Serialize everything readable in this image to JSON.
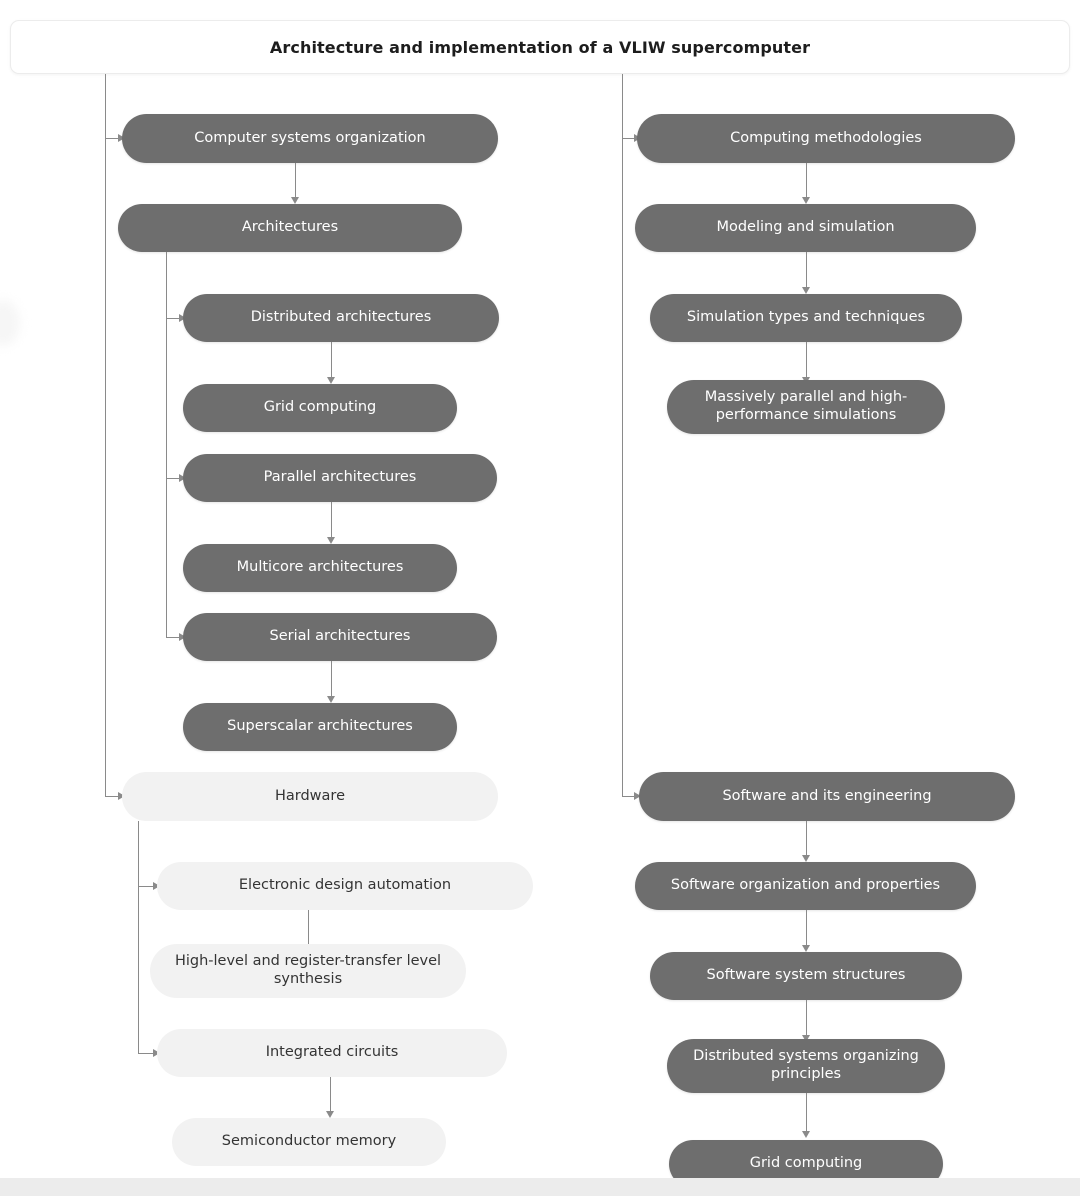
{
  "diagram": {
    "type": "tree",
    "title": "Architecture and implementation of a VLIW supercomputer",
    "colors": {
      "page_background": "#ffffff",
      "node_dark_fill": "#6e6e6e",
      "node_dark_text": "#ffffff",
      "node_light_fill": "#f2f2f2",
      "node_light_text": "#343434",
      "connector": "#8a8a8a",
      "title_text": "#1d1d1d"
    },
    "columns": [
      {
        "name": "left-column",
        "roots": [
          "Computer systems organization",
          "Hardware"
        ]
      },
      {
        "name": "right-column",
        "roots": [
          "Computing methodologies",
          "Software and its engineering"
        ]
      }
    ],
    "nodes": {
      "n_title": "Architecture and implementation of a VLIW supercomputer",
      "n_cso": "Computer systems organization",
      "n_arch": "Architectures",
      "n_dist_arch": "Distributed architectures",
      "n_grid_left": "Grid computing",
      "n_par_arch": "Parallel architectures",
      "n_multi_arch": "Multicore architectures",
      "n_serial_arch": "Serial architectures",
      "n_super_arch": "Superscalar architectures",
      "n_hardware": "Hardware",
      "n_eda": "Electronic design automation",
      "n_synth": "High-level and register-transfer level synthesis",
      "n_ic": "Integrated circuits",
      "n_semimem": "Semiconductor memory",
      "n_cm": "Computing methodologies",
      "n_modsim": "Modeling and simulation",
      "n_simtypes": "Simulation types and techniques",
      "n_massive": "Massively parallel and high-performance simulations",
      "n_swe": "Software and its engineering",
      "n_sworg": "Software organization and properties",
      "n_swstruct": "Software system structures",
      "n_dsop": "Distributed systems organizing principles",
      "n_grid_right": "Grid computing"
    },
    "edges": [
      {
        "from": "n_title",
        "to": "n_cso"
      },
      {
        "from": "n_title",
        "to": "n_hardware"
      },
      {
        "from": "n_title",
        "to": "n_cm"
      },
      {
        "from": "n_title",
        "to": "n_swe"
      },
      {
        "from": "n_cso",
        "to": "n_arch"
      },
      {
        "from": "n_arch",
        "to": "n_dist_arch"
      },
      {
        "from": "n_dist_arch",
        "to": "n_grid_left"
      },
      {
        "from": "n_arch",
        "to": "n_par_arch"
      },
      {
        "from": "n_par_arch",
        "to": "n_multi_arch"
      },
      {
        "from": "n_arch",
        "to": "n_serial_arch"
      },
      {
        "from": "n_serial_arch",
        "to": "n_super_arch"
      },
      {
        "from": "n_hardware",
        "to": "n_eda"
      },
      {
        "from": "n_eda",
        "to": "n_synth"
      },
      {
        "from": "n_hardware",
        "to": "n_ic"
      },
      {
        "from": "n_ic",
        "to": "n_semimem"
      },
      {
        "from": "n_cm",
        "to": "n_modsim"
      },
      {
        "from": "n_modsim",
        "to": "n_simtypes"
      },
      {
        "from": "n_simtypes",
        "to": "n_massive"
      },
      {
        "from": "n_swe",
        "to": "n_sworg"
      },
      {
        "from": "n_sworg",
        "to": "n_swstruct"
      },
      {
        "from": "n_swstruct",
        "to": "n_dsop"
      },
      {
        "from": "n_dsop",
        "to": "n_grid_right"
      }
    ]
  }
}
